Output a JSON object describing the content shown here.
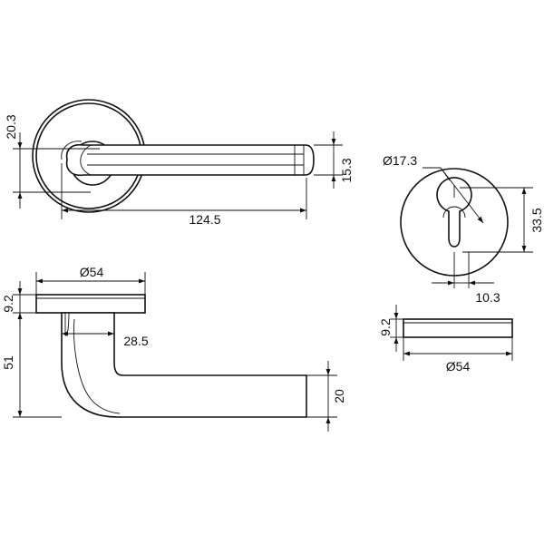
{
  "colors": {
    "line": "#111111",
    "background": "#ffffff"
  },
  "dimensions": {
    "top_rose_height": "20.3",
    "lever_width": "124.5",
    "lever_thickness": "15.3",
    "escutcheon_hole": "Ø17.3",
    "escutcheon_height": "33.5",
    "escutcheon_offset": "10.3",
    "rose_diameter": "Ø54",
    "rose_thickness": "9.2",
    "projection": "28.5",
    "handle_height": "51",
    "grip_height": "20",
    "escutcheon_side_thickness": "9.2",
    "escutcheon_side_diameter": "Ø54"
  }
}
